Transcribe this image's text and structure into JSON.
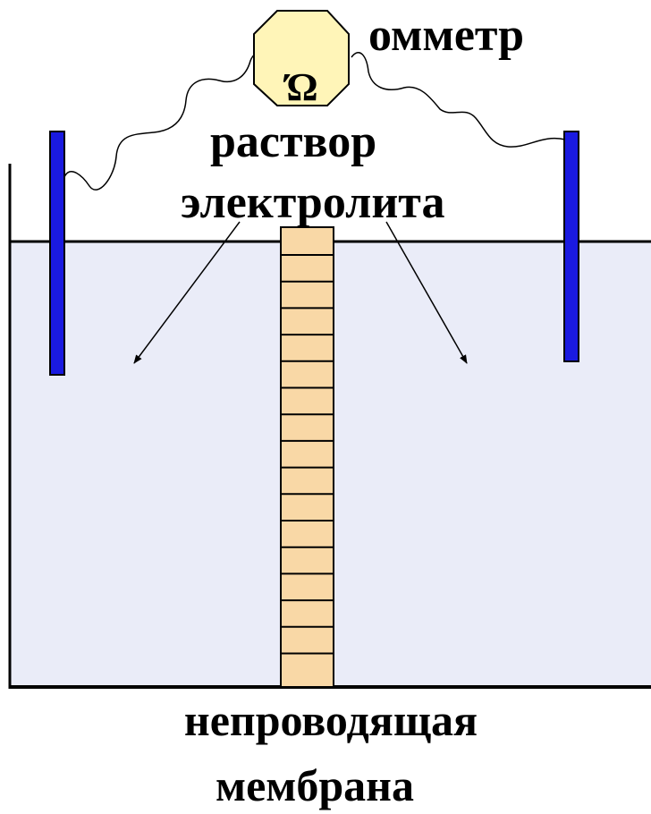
{
  "labels": {
    "ohmmeter": "омметр",
    "ohm_symbol": "Ώ",
    "solution_line1": "раствор",
    "solution_line2": "электролита",
    "membrane_line1": "непроводящая",
    "membrane_line2": "мембрана"
  },
  "colors": {
    "electrolyte": "#EAECF8",
    "electrode": "#1A1AE0",
    "membrane": "#F9D8A6",
    "meter": "#FFF5B8",
    "line": "#000000"
  },
  "icons": {
    "meter": "octagon-ohmmeter-icon",
    "electrode": "rod-electrode-icon"
  }
}
